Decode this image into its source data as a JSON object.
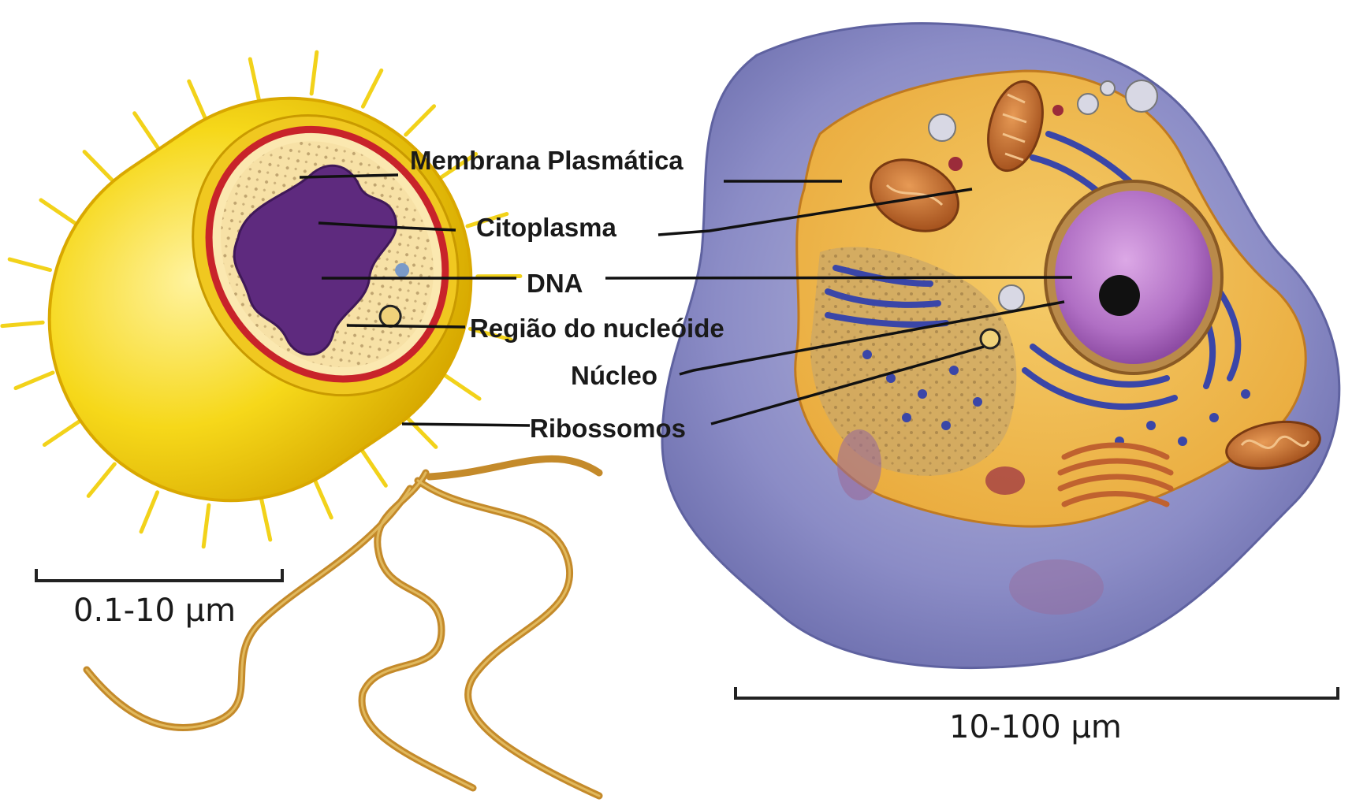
{
  "labels": {
    "membrana": "Membrana Plasmática",
    "citoplasma": "Citoplasma",
    "dna": "DNA",
    "regiao": "Região do nucleóide",
    "nucleo": "Núcleo",
    "ribossomos": "Ribossomos"
  },
  "scales": {
    "prokaryote": "0.1-10 μm",
    "eukaryote": "10-100 μm"
  }
}
